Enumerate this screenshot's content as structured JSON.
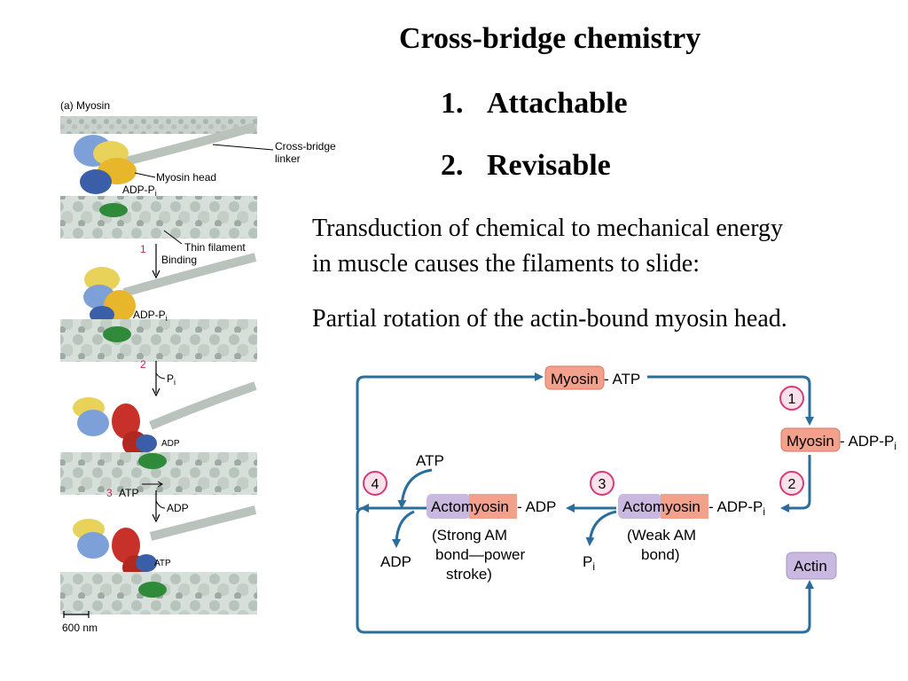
{
  "slide": {
    "title": "Cross-bridge chemistry",
    "points": [
      {
        "num": "1.",
        "text": "Attachable"
      },
      {
        "num": "2.",
        "text": "Revisable"
      }
    ],
    "paragraphs": [
      "Transduction of chemical to mechanical energy",
      "in muscle causes the filaments to slide:",
      "Partial rotation of the actin-bound myosin head."
    ]
  },
  "figure": {
    "panel_label": "(a)  Myosin",
    "labels": {
      "cross_bridge_1": "Cross-bridge",
      "cross_bridge_2": "linker",
      "myosin_head": "Myosin head",
      "adp_pi_1": "ADP-P",
      "thin_filament": "Thin filament",
      "step1_num": "1",
      "step1_label": "Binding",
      "adp_pi_2": "ADP-P",
      "step2_num": "2",
      "step2_label": "P",
      "adp_3": "ADP",
      "step3_num": "3",
      "step3_atp": "ATP",
      "step3_adp": "ADP",
      "atp_4": "ATP",
      "scale": "600 nm",
      "subscript_i": "i"
    },
    "colors": {
      "filament": "#c8d3cc",
      "head_yellow": "#e8c22a",
      "head_blue": "#3a5ea8",
      "head_red": "#c8302a",
      "actin_green": "#2f8a3a",
      "step_number": "#d0205a"
    }
  },
  "cycle": {
    "top_myosin": "Myosin",
    "top_atp": " - ATP",
    "right_myosin": "Myosin",
    "right_adp_pi": " - ADP-P",
    "mid_actom": "Actom",
    "mid_yosin": "yosin",
    "mid_adp_pi": " - ADP-P",
    "left_actom": "Actom",
    "left_yosin": "yosin",
    "left_adp": " - ADP",
    "actin": "Actin",
    "atp_in": "ATP",
    "adp_out": "ADP",
    "pi_out": "P",
    "subscript_i": "i",
    "weak_1": "(Weak AM",
    "weak_2": "bond)",
    "strong_1": "(Strong AM",
    "strong_2": "bond—power",
    "strong_3": "stroke)",
    "step_numbers": [
      "1",
      "2",
      "3",
      "4"
    ],
    "colors": {
      "arrow": "#2a6e9e",
      "myosin_box": "#f3a08c",
      "actin_box": "#c9b8e0",
      "circle_stroke": "#d63a7a",
      "circle_fill": "#fbe1ea"
    }
  }
}
